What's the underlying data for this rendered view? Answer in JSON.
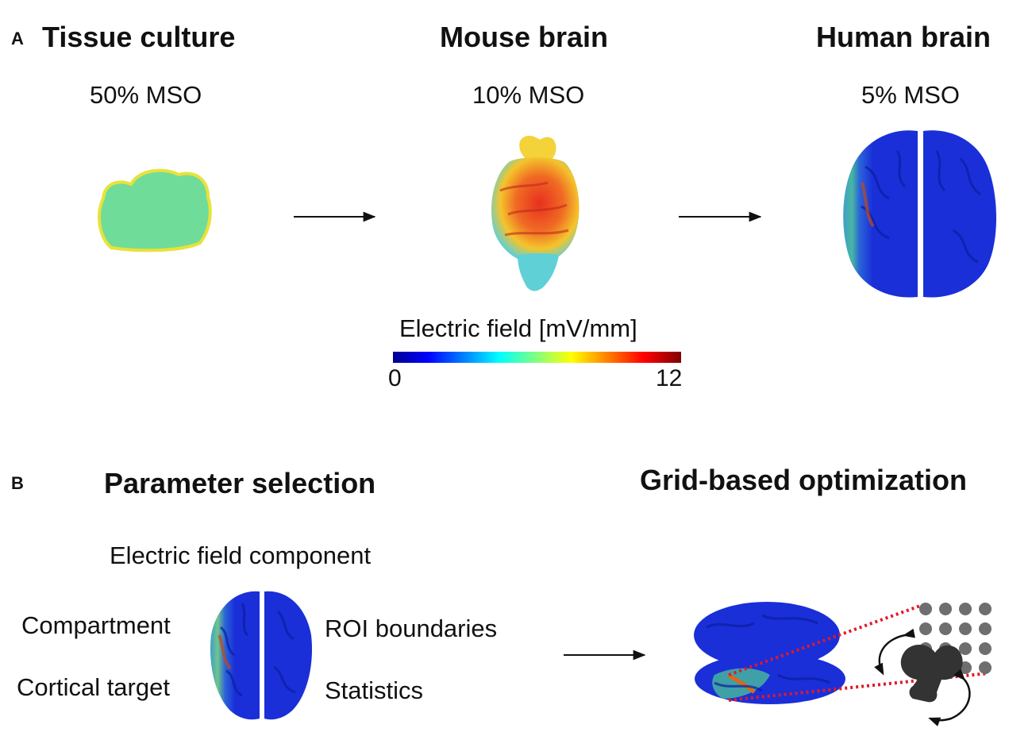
{
  "panel_a": {
    "letter": "A",
    "items": [
      {
        "title": "Tissue culture",
        "intensity": "50% MSO"
      },
      {
        "title": "Mouse brain",
        "intensity": "10% MSO"
      },
      {
        "title": "Human brain",
        "intensity": "5% MSO"
      }
    ],
    "colorbar": {
      "label": "Electric field [mV/mm]",
      "min": "0",
      "max": "12",
      "colormap": [
        "#00008f",
        "#0000ff",
        "#00ffff",
        "#ffff00",
        "#ff0000",
        "#800000"
      ]
    }
  },
  "panel_b": {
    "letter": "B",
    "left_title": "Parameter selection",
    "right_title": "Grid-based optimization",
    "params": {
      "top": "Electric field component",
      "left_upper": "Compartment",
      "left_lower": "Cortical target",
      "right_upper": "ROI boundaries",
      "right_lower": "Statistics"
    }
  },
  "colors": {
    "brain_blue": "#1a2fd8",
    "tissue_green": "#6fdc9a",
    "grid_dot": "#6e6e6e",
    "coil": "#333333",
    "dotted_line": "#e0192a"
  }
}
